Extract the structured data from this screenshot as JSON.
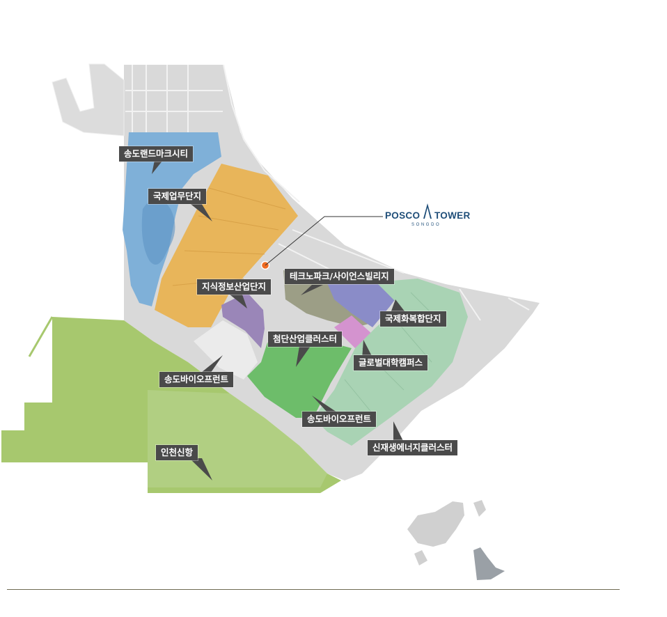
{
  "labels": {
    "songdo_landmark_city": "송도랜드마크시티",
    "international_business": "국제업무단지",
    "knowledge_info": "지식정보산업단지",
    "technopark": "테크노파크/사이언스빌리지",
    "international_complex": "국제화복합단지",
    "high_tech_cluster": "첨단산업클러스터",
    "global_campus": "글로벌대학캠퍼스",
    "bio_front_west": "송도바이오프런트",
    "bio_front_south": "송도바이오프런트",
    "renewable_energy": "신재생에너지클러스터",
    "incheon_port": "인천신항"
  },
  "logo": {
    "left_word": "POSCO",
    "right_word": "TOWER",
    "subtitle": "SONGDO"
  },
  "colors": {
    "landmark_city": "#7fb0d8",
    "international_business": "#e8b55a",
    "knowledge_info": "#9a86b8",
    "technopark": "#9c9e86",
    "international_complex": "#8a8cc8",
    "high_tech_cluster": "#6dbd6a",
    "global_campus": "#d493cf",
    "renewable_energy": "#a9d3b4",
    "incheon_port": "#a7c86e",
    "base": "#d9d9d9",
    "label_bg": "#4a4a4a",
    "marker": "#ef6b22",
    "logo": "#1f4e79"
  }
}
